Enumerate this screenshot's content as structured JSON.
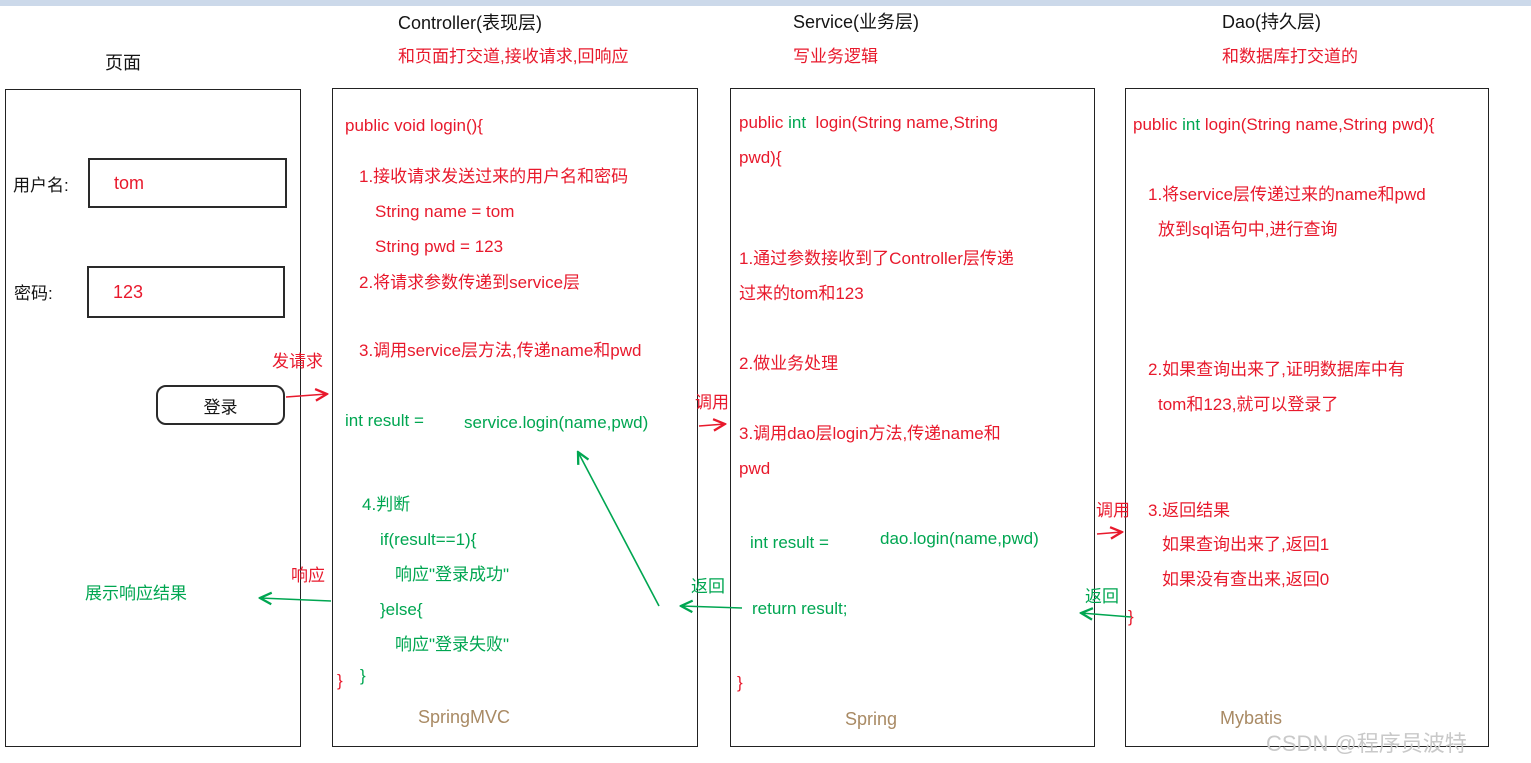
{
  "colors": {
    "red": "#e8192c",
    "green": "#00a651",
    "brown": "#a98a64",
    "black": "#141414",
    "watermark_gray": "#c9c9c9",
    "top_strip_blue": "#ccd9ea"
  },
  "headers": {
    "page": "页面",
    "controller_title": "Controller(表现层)",
    "controller_subtitle": "和页面打交道,接收请求,回响应",
    "service_title": "Service(业务层)",
    "service_subtitle": "写业务逻辑",
    "dao_title": "Dao(持久层)",
    "dao_subtitle": "和数据库打交道的"
  },
  "page": {
    "username_label": "用户名:",
    "username_value": "tom",
    "password_label": "密码:",
    "password_value": "123",
    "login_button": "登录",
    "result_text": "展示响应结果"
  },
  "controller": {
    "lines": [
      "public void login(){",
      "1.接收请求发送过来的用户名和密码",
      "String name = tom",
      "String pwd = 123",
      "2.将请求参数传递到service层",
      "3.调用service层方法,传递name和pwd",
      "int result =",
      "service.login(name,pwd)",
      "4.判断",
      "if(result==1){",
      "响应\"登录成功\"",
      "}else{",
      "响应\"登录失败\"",
      "}",
      "}"
    ],
    "footer": "SpringMVC"
  },
  "service": {
    "sig": [
      "public ",
      "int",
      "  login(String name,String"
    ],
    "sig2": "pwd){",
    "lines": [
      "1.通过参数接收到了Controller层传递",
      "过来的tom和123",
      "2.做业务处理",
      "3.调用dao层login方法,传递name和",
      "pwd",
      "int result =",
      "dao.login(name,pwd)",
      "return result;",
      "}"
    ],
    "footer": "Spring"
  },
  "dao": {
    "sig": [
      "public ",
      "int",
      " login(String name,String pwd){"
    ],
    "lines": [
      "1.将service层传递过来的name和pwd",
      "放到sql语句中,进行查询",
      "2.如果查询出来了,证明数据库中有",
      "tom和123,就可以登录了",
      "3.返回结果",
      "如果查询出来了,返回1",
      "如果没有查出来,返回0",
      "}"
    ],
    "footer": "Mybatis"
  },
  "labels": {
    "send_request": "发请求",
    "call_controller_service": "调用",
    "call_service_dao": "调用",
    "return_dao_service": "返回",
    "return_service_controller": "返回",
    "response": "响应"
  },
  "watermark": "CSDN @程序员波特"
}
